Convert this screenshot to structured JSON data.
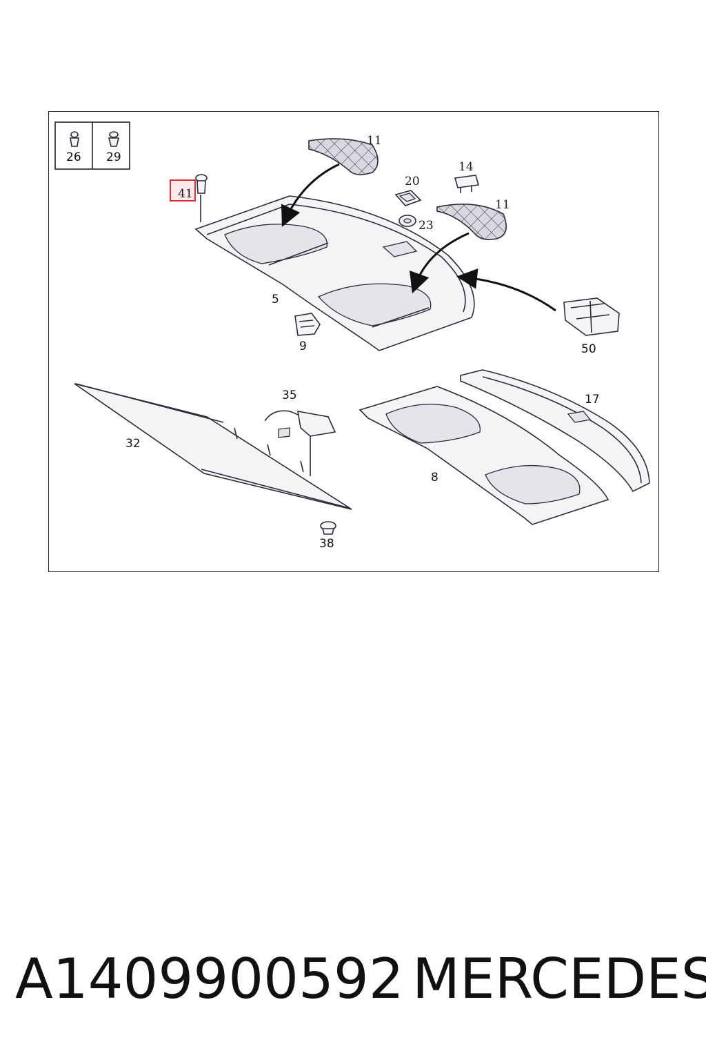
{
  "diagram": {
    "legend": [
      {
        "label": "26",
        "icon": "push-clip-icon"
      },
      {
        "label": "29",
        "icon": "expansion-rivet-icon"
      }
    ],
    "callouts": {
      "p41": "41",
      "p11a": "11",
      "p11b": "11",
      "p14": "14",
      "p20": "20",
      "p23": "23",
      "p5": "5",
      "p9": "9",
      "p50": "50",
      "p35": "35",
      "p17": "17",
      "p32": "32",
      "p8": "8",
      "p38": "38"
    },
    "highlight_color": "#e03030"
  },
  "footer": {
    "part_number": "A1409900592",
    "brand": "MERCEDES"
  }
}
